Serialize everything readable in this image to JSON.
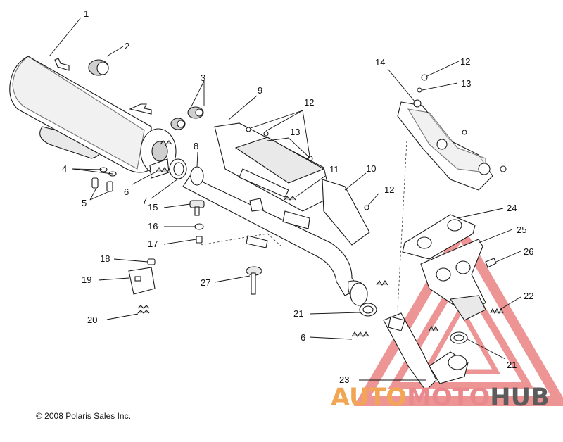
{
  "diagram": {
    "callouts": [
      "1",
      "2",
      "3",
      "4",
      "5",
      "6",
      "7",
      "8",
      "9",
      "10",
      "11",
      "12",
      "12",
      "12",
      "13",
      "13",
      "14",
      "15",
      "16",
      "17",
      "18",
      "19",
      "20",
      "21",
      "21",
      "22",
      "23",
      "24",
      "25",
      "26",
      "27",
      "6"
    ]
  },
  "footer": {
    "copyright": "© 2008 Polaris Sales Inc."
  },
  "watermark": {
    "part1": "AUTO",
    "part2": "MOTO",
    "part3": "HUB",
    "color_auto": "#f2a654",
    "color_moto": "#e9898e",
    "color_hub": "#5c5c5c",
    "triangle_color": "#e66a6a"
  }
}
